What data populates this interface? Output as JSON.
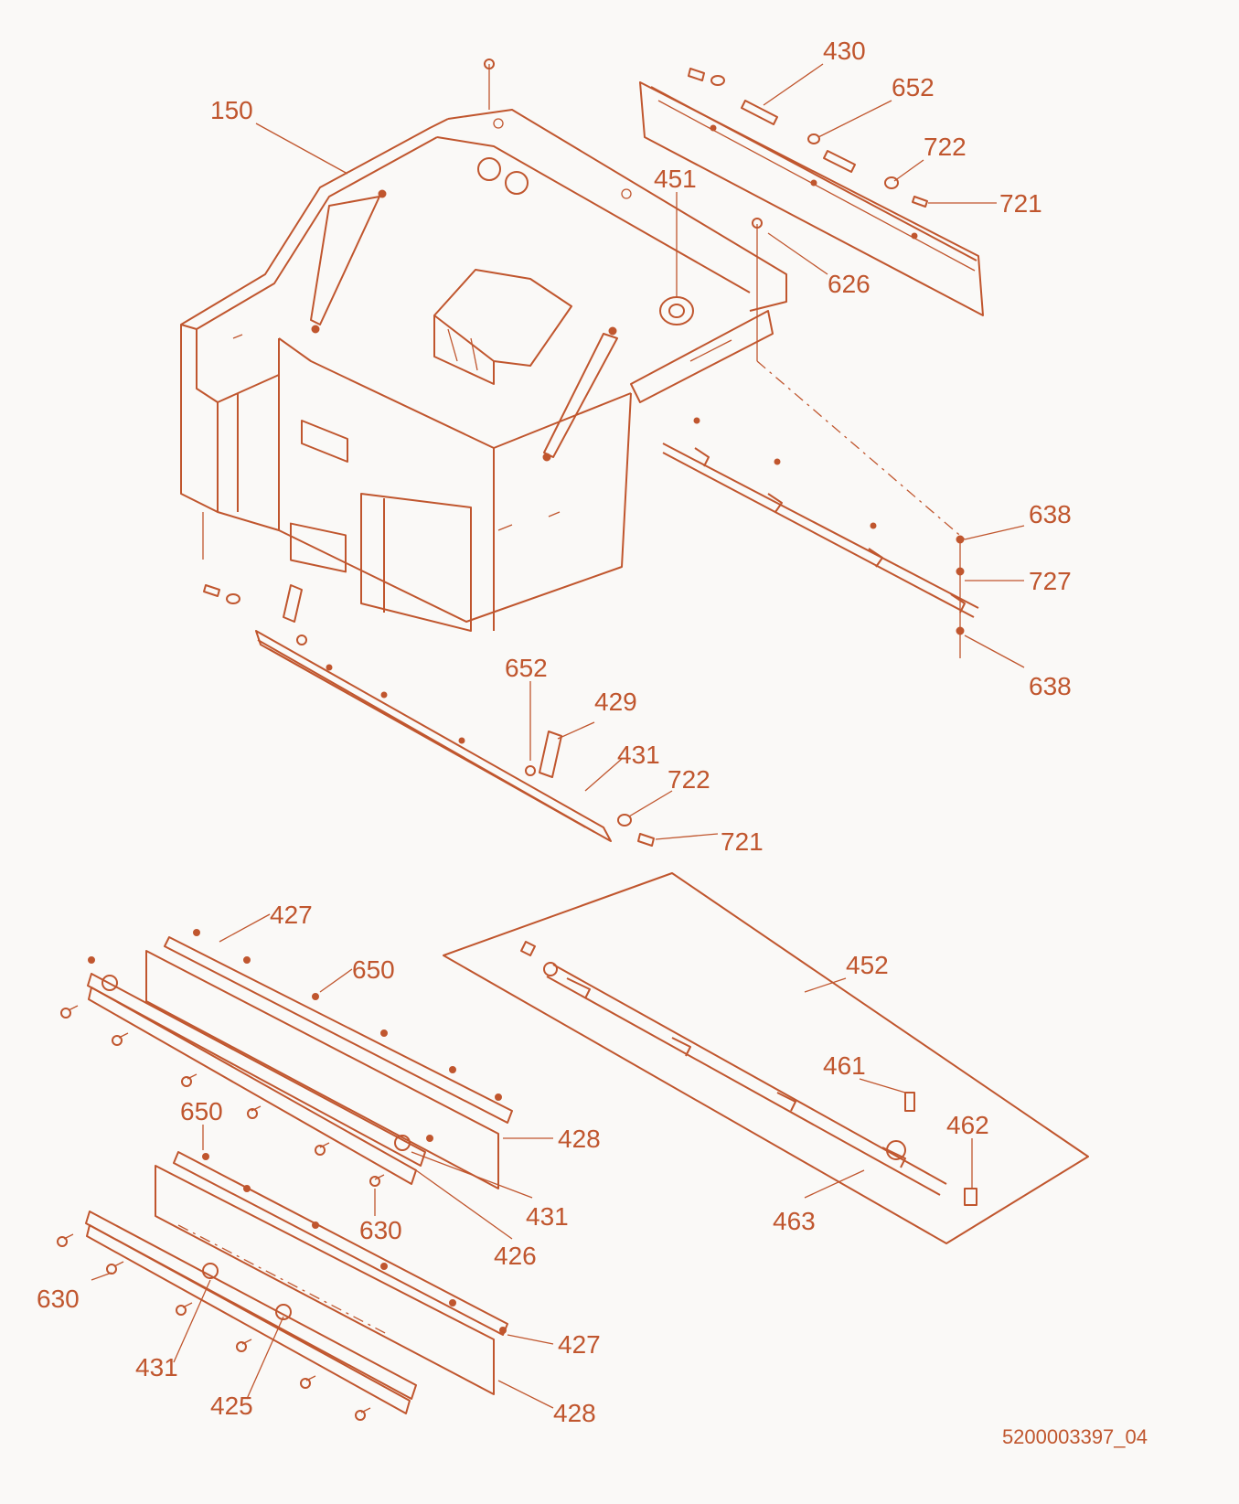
{
  "diagram": {
    "drawing_number": "5200003397_04",
    "accent_color": "#c0562e",
    "background_color": "#faf9f7",
    "callouts": [
      {
        "id": "c150",
        "label": "150"
      },
      {
        "id": "c430",
        "label": "430"
      },
      {
        "id": "c652a",
        "label": "652"
      },
      {
        "id": "c722a",
        "label": "722"
      },
      {
        "id": "c721a",
        "label": "721"
      },
      {
        "id": "c451",
        "label": "451"
      },
      {
        "id": "c626",
        "label": "626"
      },
      {
        "id": "c638a",
        "label": "638"
      },
      {
        "id": "c727",
        "label": "727"
      },
      {
        "id": "c638b",
        "label": "638"
      },
      {
        "id": "c652b",
        "label": "652"
      },
      {
        "id": "c429",
        "label": "429"
      },
      {
        "id": "c431a",
        "label": "431"
      },
      {
        "id": "c722b",
        "label": "722"
      },
      {
        "id": "c721b",
        "label": "721"
      },
      {
        "id": "c427a",
        "label": "427"
      },
      {
        "id": "c650a",
        "label": "650"
      },
      {
        "id": "c452",
        "label": "452"
      },
      {
        "id": "c461",
        "label": "461"
      },
      {
        "id": "c650b",
        "label": "650"
      },
      {
        "id": "c428a",
        "label": "428"
      },
      {
        "id": "c462",
        "label": "462"
      },
      {
        "id": "c630a",
        "label": "630"
      },
      {
        "id": "c431b",
        "label": "431"
      },
      {
        "id": "c426",
        "label": "426"
      },
      {
        "id": "c463",
        "label": "463"
      },
      {
        "id": "c630b",
        "label": "630"
      },
      {
        "id": "c427b",
        "label": "427"
      },
      {
        "id": "c431c",
        "label": "431"
      },
      {
        "id": "c425",
        "label": "425"
      },
      {
        "id": "c428b",
        "label": "428"
      }
    ]
  }
}
